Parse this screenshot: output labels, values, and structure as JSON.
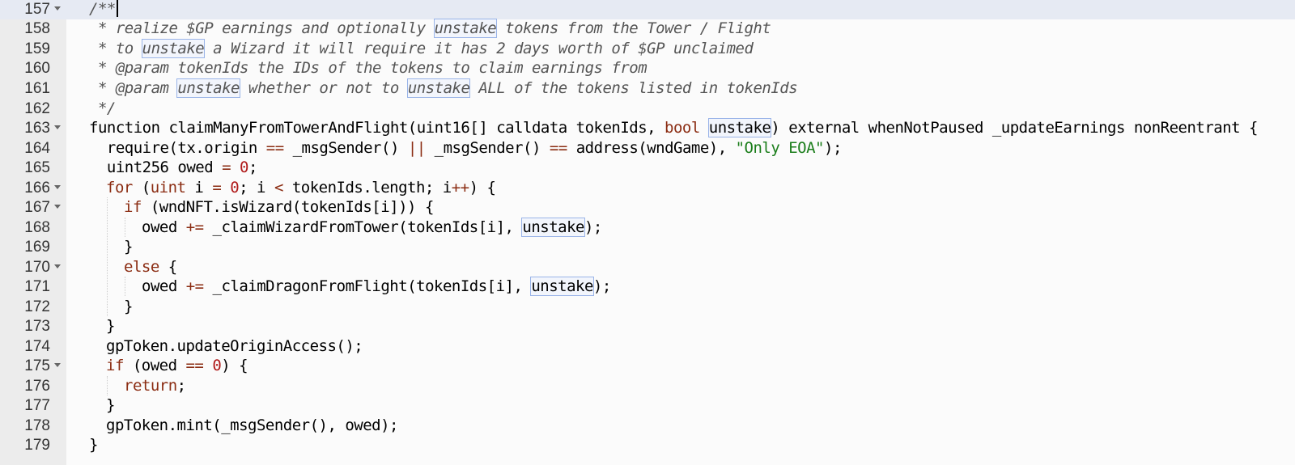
{
  "editor": {
    "lines": [
      {
        "num": "157",
        "fold": true,
        "active": true
      },
      {
        "num": "158",
        "fold": false
      },
      {
        "num": "159",
        "fold": false
      },
      {
        "num": "160",
        "fold": false
      },
      {
        "num": "161",
        "fold": false
      },
      {
        "num": "162",
        "fold": false
      },
      {
        "num": "163",
        "fold": true
      },
      {
        "num": "164",
        "fold": false
      },
      {
        "num": "165",
        "fold": false
      },
      {
        "num": "166",
        "fold": true
      },
      {
        "num": "167",
        "fold": true
      },
      {
        "num": "168",
        "fold": false
      },
      {
        "num": "169",
        "fold": false
      },
      {
        "num": "170",
        "fold": true
      },
      {
        "num": "171",
        "fold": false
      },
      {
        "num": "172",
        "fold": false
      },
      {
        "num": "173",
        "fold": false
      },
      {
        "num": "174",
        "fold": false
      },
      {
        "num": "175",
        "fold": true
      },
      {
        "num": "176",
        "fold": false
      },
      {
        "num": "177",
        "fold": false
      },
      {
        "num": "178",
        "fold": false
      },
      {
        "num": "179",
        "fold": false
      }
    ],
    "code": {
      "l157": {
        "a": "/**"
      },
      "l158": {
        "a": " * realize $GP earnings and optionally ",
        "h": "unstake",
        "b": " tokens from the Tower / Flight"
      },
      "l159": {
        "a": " * to ",
        "h": "unstake",
        "b": " a Wizard it will require it has 2 days worth of $GP unclaimed"
      },
      "l160": {
        "a": " * @param tokenIds the IDs of the tokens to claim earnings from"
      },
      "l161": {
        "a": " * @param ",
        "h1": "unstake",
        "b": " whether or not to ",
        "h2": "unstake",
        "c": " ALL of the tokens listed in tokenIds"
      },
      "l162": {
        "a": " */"
      },
      "l163": {
        "a": "function claimManyFromTowerAndFlight(uint16[] calldata tokenIds, ",
        "kw": "bool",
        "b": " ",
        "h": "unstake",
        "c": ") external whenNotPaused _updateEarnings nonReentrant {"
      },
      "l164": {
        "a": "  require(tx.origin ",
        "op1": "==",
        "b": " _msgSender() ",
        "op2": "||",
        "c": " _msgSender() ",
        "op3": "==",
        "d": " address(wndGame), ",
        "str": "\"Only EOA\"",
        "e": ");"
      },
      "l165": {
        "a": "  uint256 owed ",
        "op": "=",
        "b": " ",
        "num": "0",
        "c": ";"
      },
      "l166": {
        "kw1": "for",
        "a": " (",
        "kw2": "uint",
        "b": " i ",
        "op1": "=",
        "c": " ",
        "num": "0",
        "d": "; i ",
        "op2": "<",
        "e": " tokenIds.length; i",
        "op3": "++",
        "f": ") {"
      },
      "l167": {
        "kw": "if",
        "a": " (wndNFT.isWizard(tokenIds[i])) {"
      },
      "l168": {
        "a": "owed ",
        "op": "+=",
        "b": " _claimWizardFromTower(tokenIds[i], ",
        "h": "unstake",
        "c": ");"
      },
      "l169": {
        "a": "}"
      },
      "l170": {
        "kw": "else",
        "a": " {"
      },
      "l171": {
        "a": "owed ",
        "op": "+=",
        "b": " _claimDragonFromFlight(tokenIds[i], ",
        "h": "unstake",
        "c": ");"
      },
      "l172": {
        "a": "}"
      },
      "l173": {
        "a": "}"
      },
      "l174": {
        "a": "gpToken.updateOriginAccess();"
      },
      "l175": {
        "kw": "if",
        "a": " (owed ",
        "op": "==",
        "b": " ",
        "num": "0",
        "c": ") {"
      },
      "l176": {
        "kw": "return",
        "a": ";"
      },
      "l177": {
        "a": "}"
      },
      "l178": {
        "a": "gpToken.mint(_msgSender(), owed);"
      },
      "l179": {
        "a": "}"
      }
    }
  }
}
